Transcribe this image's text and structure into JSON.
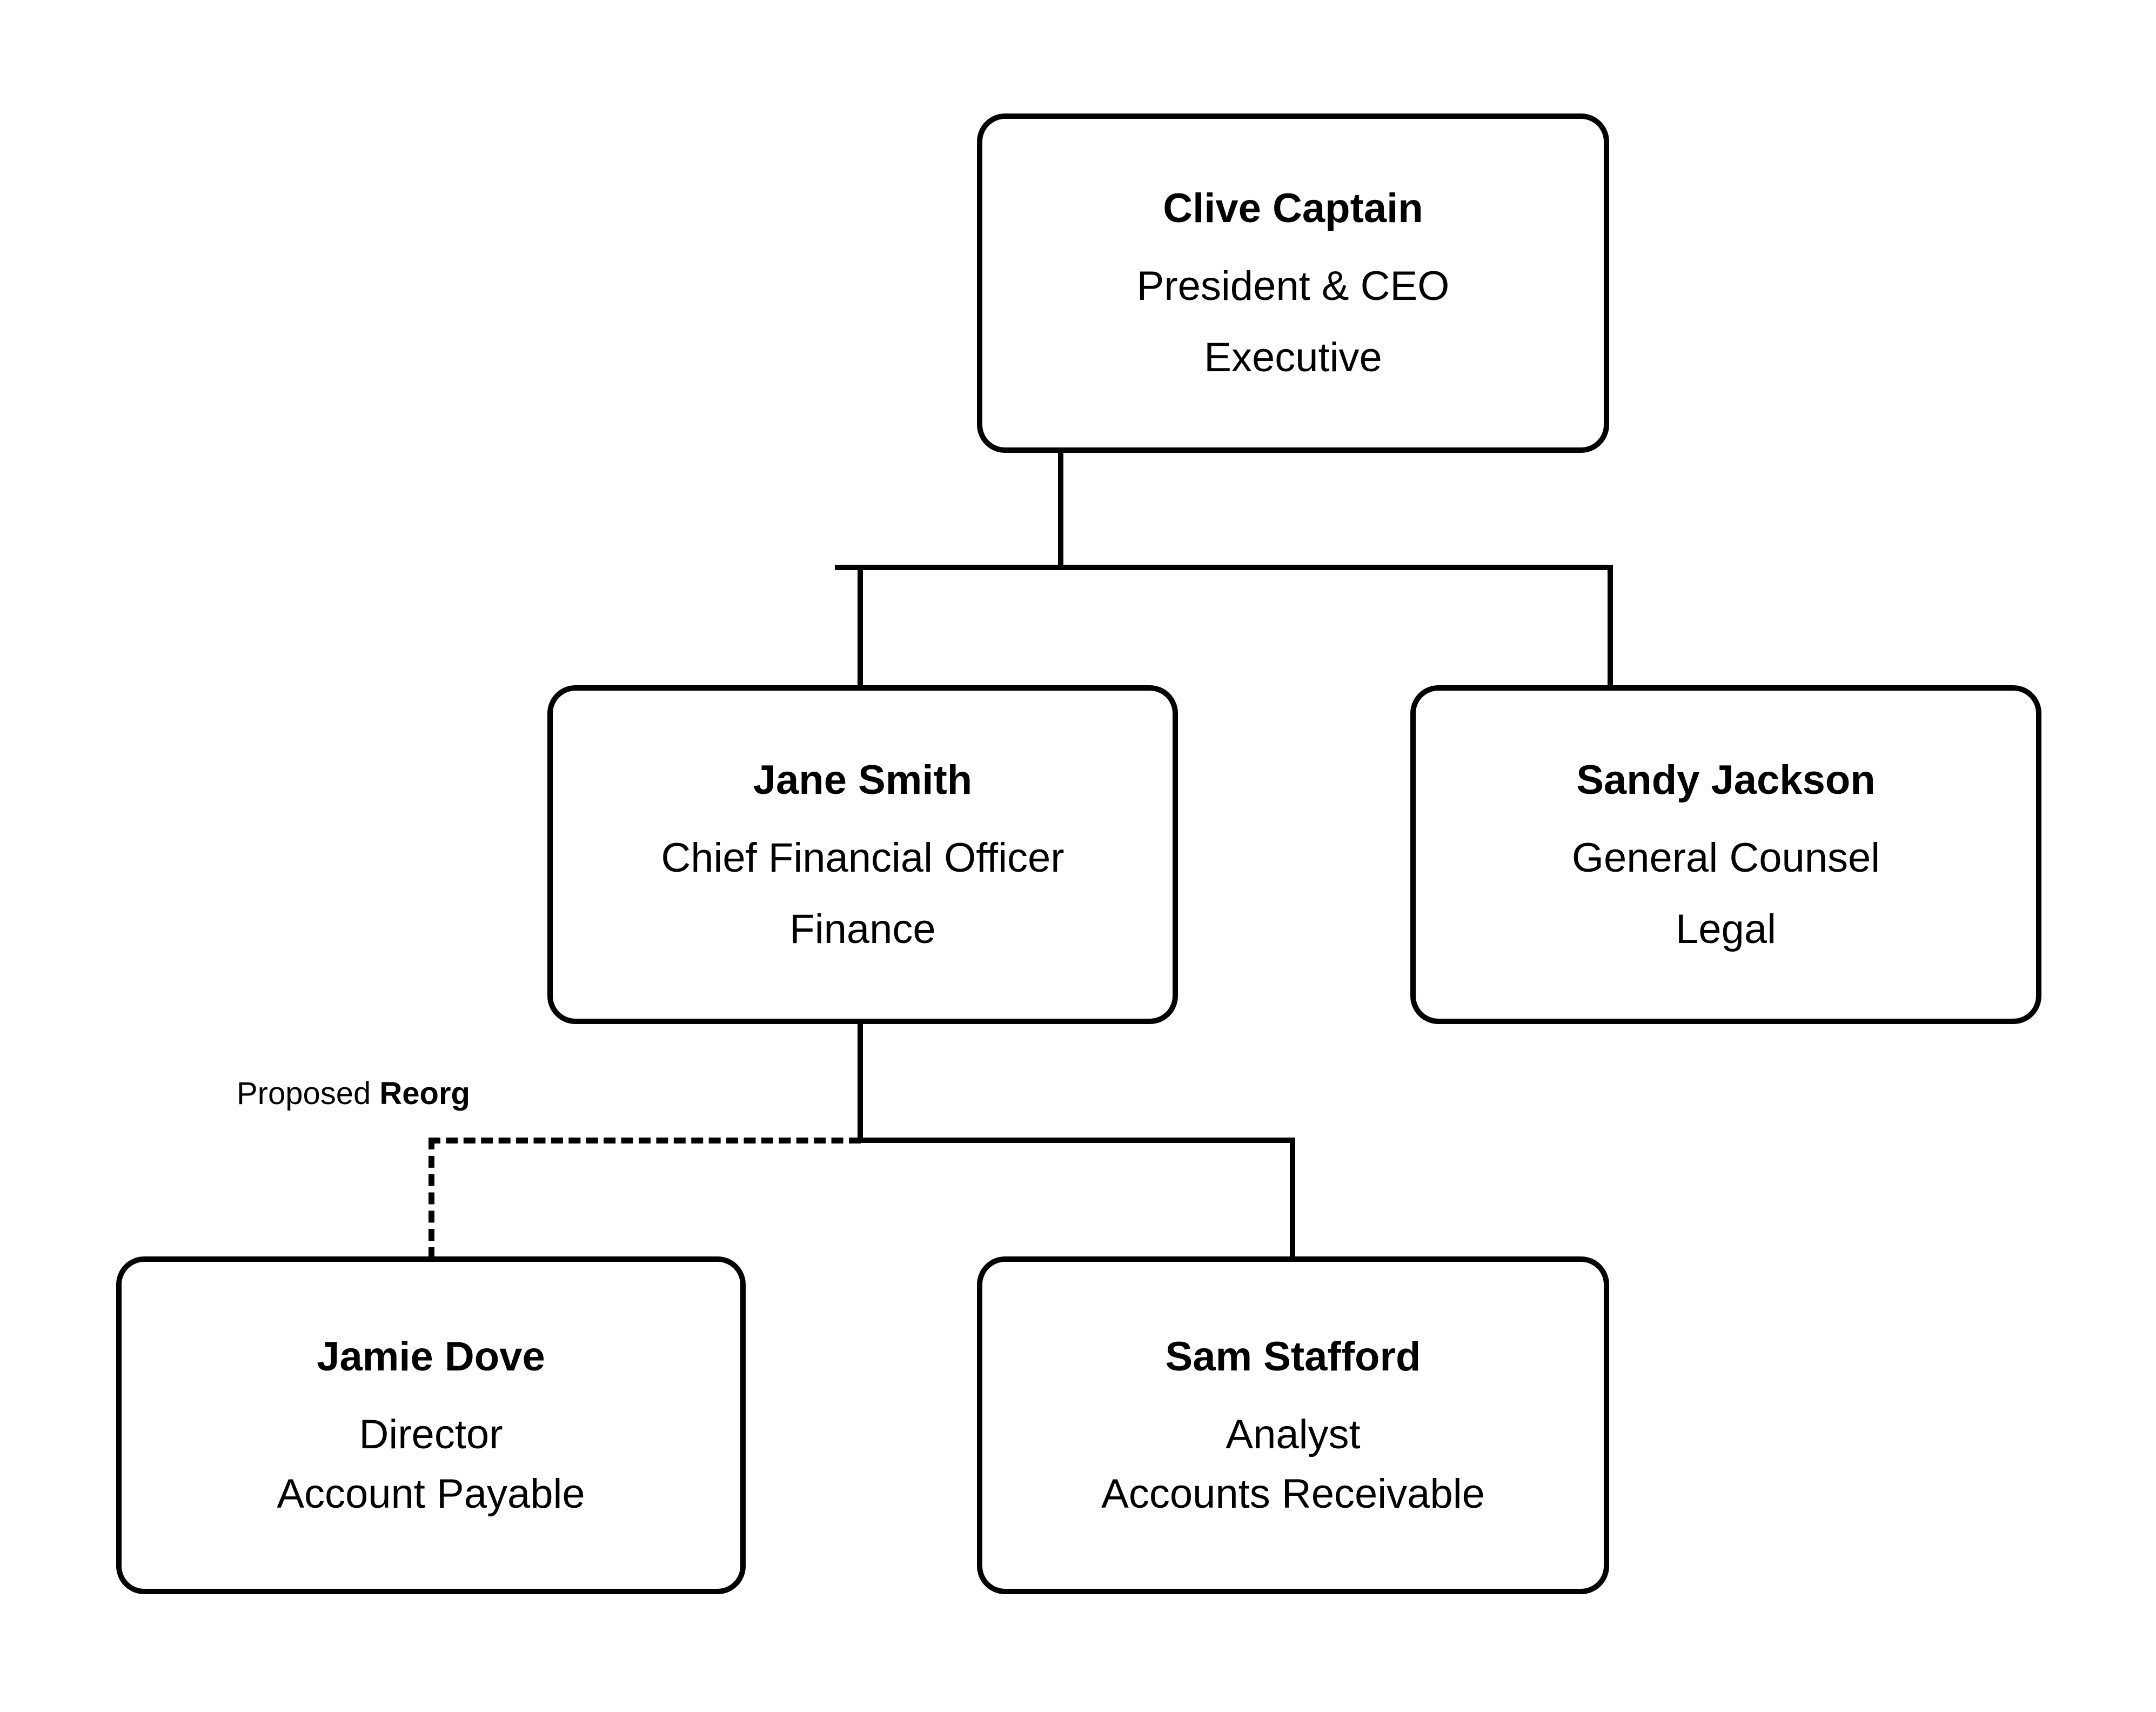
{
  "chart_data": {
    "type": "diagram",
    "diagram_kind": "organizational-chart",
    "orientation": "top-down",
    "nodes": [
      {
        "id": "ceo",
        "name": "Clive Captain",
        "title": "President & CEO",
        "department": "Executive"
      },
      {
        "id": "cfo",
        "name": "Jane Smith",
        "title": "Chief Financial Officer",
        "department": "Finance"
      },
      {
        "id": "counsel",
        "name": "Sandy Jackson",
        "title": "General Counsel",
        "department": "Legal"
      },
      {
        "id": "ap",
        "name": "Jamie Dove",
        "title": "Director",
        "department": "Account Payable"
      },
      {
        "id": "ar",
        "name": "Sam Stafford",
        "title": "Analyst",
        "department": "Accounts Receivable"
      }
    ],
    "edges": [
      {
        "from": "ceo",
        "to": "cfo",
        "style": "solid"
      },
      {
        "from": "ceo",
        "to": "counsel",
        "style": "solid"
      },
      {
        "from": "cfo",
        "to": "ar",
        "style": "solid"
      },
      {
        "from": "cfo",
        "to": "ap",
        "style": "dashed",
        "label": "Proposed Reorg"
      }
    ],
    "annotations": [
      {
        "id": "reorg-label",
        "text_normal": "Proposed ",
        "text_strong": "Reorg"
      }
    ],
    "colors": {
      "stroke": "#000000",
      "fill": "#ffffff",
      "text": "#000000"
    }
  },
  "nodes": {
    "ceo": {
      "name": "Clive Captain",
      "title": "President & CEO",
      "department": "Executive"
    },
    "cfo": {
      "name": "Jane Smith",
      "title": "Chief Financial Officer",
      "department": "Finance"
    },
    "counsel": {
      "name": "Sandy Jackson",
      "title": "General Counsel",
      "department": "Legal"
    },
    "ap": {
      "name": "Jamie Dove",
      "title": "Director",
      "department": "Account Payable"
    },
    "ar": {
      "name": "Sam Stafford",
      "title": "Analyst",
      "department": "Accounts Receivable"
    }
  },
  "annotations": {
    "reorg": {
      "normal": "Proposed ",
      "strong": "Reorg"
    }
  }
}
